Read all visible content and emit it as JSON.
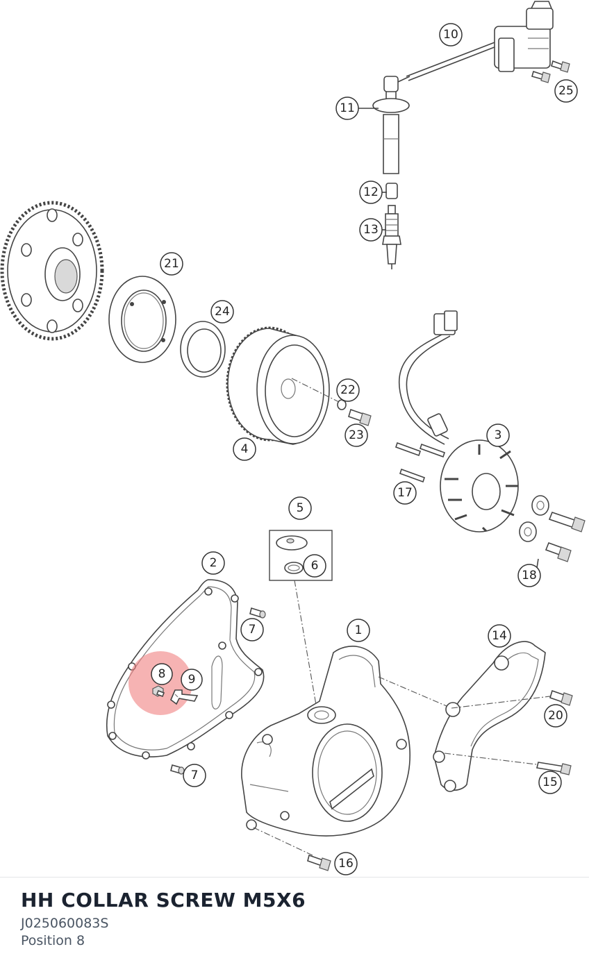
{
  "diagram": {
    "callouts": [
      {
        "id": "c10",
        "label": "10"
      },
      {
        "id": "c25",
        "label": "25"
      },
      {
        "id": "c11",
        "label": "11"
      },
      {
        "id": "c12",
        "label": "12"
      },
      {
        "id": "c13",
        "label": "13"
      },
      {
        "id": "c21",
        "label": "21"
      },
      {
        "id": "c24",
        "label": "24"
      },
      {
        "id": "c22",
        "label": "22"
      },
      {
        "id": "c23",
        "label": "23"
      },
      {
        "id": "c4",
        "label": "4"
      },
      {
        "id": "c3",
        "label": "3"
      },
      {
        "id": "c17",
        "label": "17"
      },
      {
        "id": "c5",
        "label": "5"
      },
      {
        "id": "c6",
        "label": "6"
      },
      {
        "id": "c18",
        "label": "18"
      },
      {
        "id": "c2",
        "label": "2"
      },
      {
        "id": "c7a",
        "label": "7"
      },
      {
        "id": "c1",
        "label": "1"
      },
      {
        "id": "c14",
        "label": "14"
      },
      {
        "id": "c8",
        "label": "8"
      },
      {
        "id": "c9",
        "label": "9"
      },
      {
        "id": "c20",
        "label": "20"
      },
      {
        "id": "c7b",
        "label": "7"
      },
      {
        "id": "c15",
        "label": "15"
      },
      {
        "id": "c16",
        "label": "16"
      }
    ],
    "highlight": {
      "position": "8",
      "color": "#f08080"
    }
  },
  "part": {
    "title": "HH COLLAR SCREW M5X6",
    "number": "J025060083S",
    "position_label": "Position 8"
  }
}
